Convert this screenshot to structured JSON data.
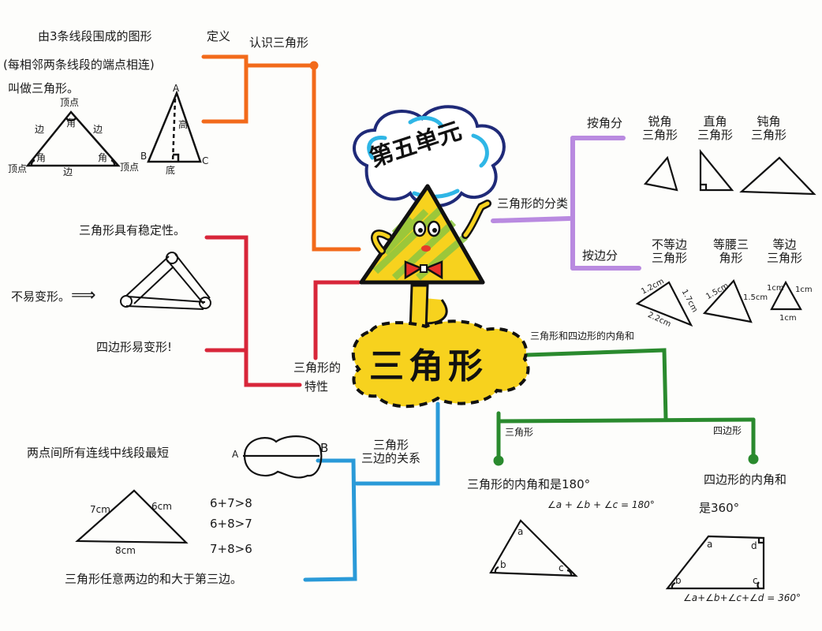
{
  "central": {
    "unit_label": "第五单元",
    "topic": "三角形"
  },
  "colors": {
    "orange": "#f26a1b",
    "red": "#d8263a",
    "purple": "#b98ae0",
    "green": "#2a8a2e",
    "blue": "#2a9ad8",
    "yellow": "#f7d21e",
    "cloud_dark": "#1f2a78",
    "cloud_light": "#2fb6e6"
  },
  "branches": {
    "recognize": {
      "label": "认识三角形",
      "definition_tag": "定义",
      "definition_lines": [
        "由3条线段围成的图形",
        "(每相邻两条线段的端点相连)",
        "叫做三角形。"
      ],
      "parts": {
        "vertex": "顶点",
        "edge": "边",
        "angle": "角"
      },
      "height_fig": {
        "A": "A",
        "B": "B",
        "C": "C",
        "height": "高",
        "base": "底"
      }
    },
    "properties": {
      "label_line1": "三角形的",
      "label_line2": "特性",
      "stability": "三角形具有稳定性。",
      "not_deform": "不易变形。",
      "arrow": "⟹",
      "quad_deform": "四边形易变形!"
    },
    "classification": {
      "label": "三角形的分类",
      "by_angle": {
        "label": "按角分",
        "types": [
          {
            "line1": "锐角",
            "line2": "三角形"
          },
          {
            "line1": "直角",
            "line2": "三角形"
          },
          {
            "line1": "钝角",
            "line2": "三角形"
          }
        ]
      },
      "by_side": {
        "label": "按边分",
        "types": [
          {
            "line1": "不等边",
            "line2": "三角形",
            "sides": [
              "1.2cm",
              "1.7cm",
              "2.2cm"
            ]
          },
          {
            "line1": "等腰三",
            "line2": "角形",
            "sides": [
              "1.5cm",
              "1.5cm"
            ]
          },
          {
            "line1": "等边",
            "line2": "三角形",
            "sides": [
              "1cm",
              "1cm",
              "1cm"
            ]
          }
        ]
      }
    },
    "angle_sum": {
      "label": "三角形和四边形的内角和",
      "triangle": {
        "label": "三角形",
        "statement": "三角形的内角和是180°",
        "formula": "∠a + ∠b + ∠c = 180°",
        "angles": [
          "a",
          "b",
          "c"
        ]
      },
      "quadrilateral": {
        "label": "四边形",
        "statement_line1": "四边形的内角和",
        "statement_line2": "是360°",
        "formula": "∠a+∠b+∠c+∠d = 360°",
        "angles": [
          "a",
          "b",
          "c",
          "d"
        ]
      }
    },
    "sides_relation": {
      "label_line1": "三角形",
      "label_line2": "三边的关系",
      "shortest_path": "两点间所有连线中线段最短",
      "point_a": "A",
      "point_b": "B",
      "example_sides": {
        "left": "7cm",
        "right": "6cm",
        "base": "8cm"
      },
      "inequalities": [
        "6+7>8",
        "6+8>7",
        "7+8>6"
      ],
      "conclusion": "三角形任意两边的和大于第三边。"
    }
  }
}
